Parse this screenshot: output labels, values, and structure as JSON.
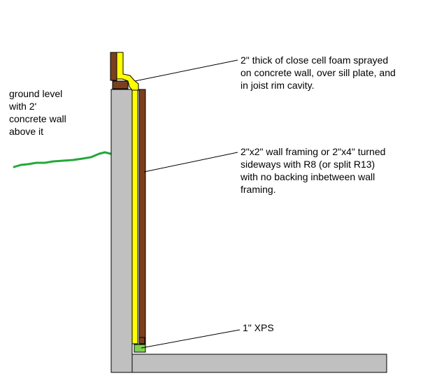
{
  "labels": {
    "ground": [
      "ground level",
      "with 2'",
      "concrete wall",
      "above it"
    ],
    "foam": [
      "2\" thick of close cell foam sprayed",
      "on concrete wall, over sill plate, and",
      "in joist rim cavity."
    ],
    "framing": [
      "2\"x2\" wall framing or 2\"x4\" turned",
      "sideways with R8 (or split R13)",
      "with no backing inbetween wall",
      "framing."
    ],
    "xps": [
      "1\" XPS"
    ]
  },
  "colors": {
    "concrete": "#c0c0c0",
    "foam": "#ffff00",
    "wood": "#7b3f1e",
    "ground_line": "#22a83a",
    "xps": "#7fd14f",
    "outline": "#000000"
  }
}
